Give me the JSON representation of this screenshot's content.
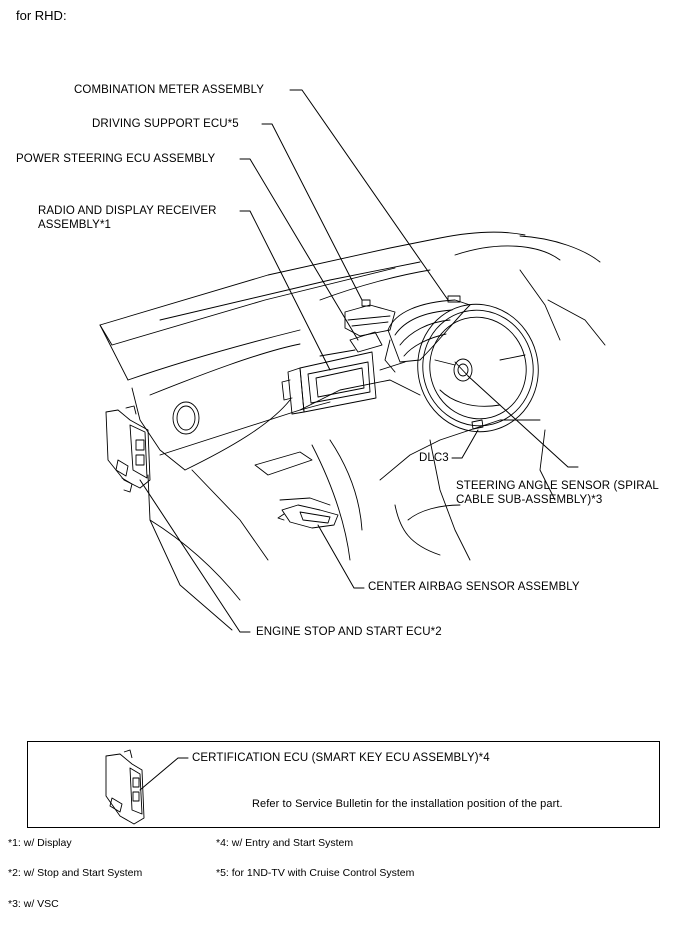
{
  "header": "for RHD:",
  "callouts": {
    "combination_meter": "COMBINATION METER ASSEMBLY",
    "driving_support_ecu": "DRIVING SUPPORT ECU*5",
    "power_steering_ecu": "POWER STEERING ECU ASSEMBLY",
    "radio_line1": "RADIO AND DISPLAY RECEIVER",
    "radio_line2": "ASSEMBLY*1",
    "dlc3": "DLC3",
    "steering_angle_line1": "STEERING ANGLE SENSOR (SPIRAL",
    "steering_angle_line2": "CABLE SUB-ASSEMBLY)*3",
    "center_airbag": "CENTER AIRBAG SENSOR ASSEMBLY",
    "engine_stop_start": "ENGINE STOP AND START ECU*2"
  },
  "inset": {
    "certification_ecu": "CERTIFICATION ECU (SMART KEY ECU ASSEMBLY)*4",
    "service_note": "Refer to Service Bulletin for the installation position of the part."
  },
  "footnotes": {
    "n1": "*1: w/ Display",
    "n2": "*2: w/ Stop and Start System",
    "n3": "*3: w/ VSC",
    "n4": "*4: w/ Entry and Start System",
    "n5": "*5: for 1ND-TV with Cruise Control System"
  }
}
